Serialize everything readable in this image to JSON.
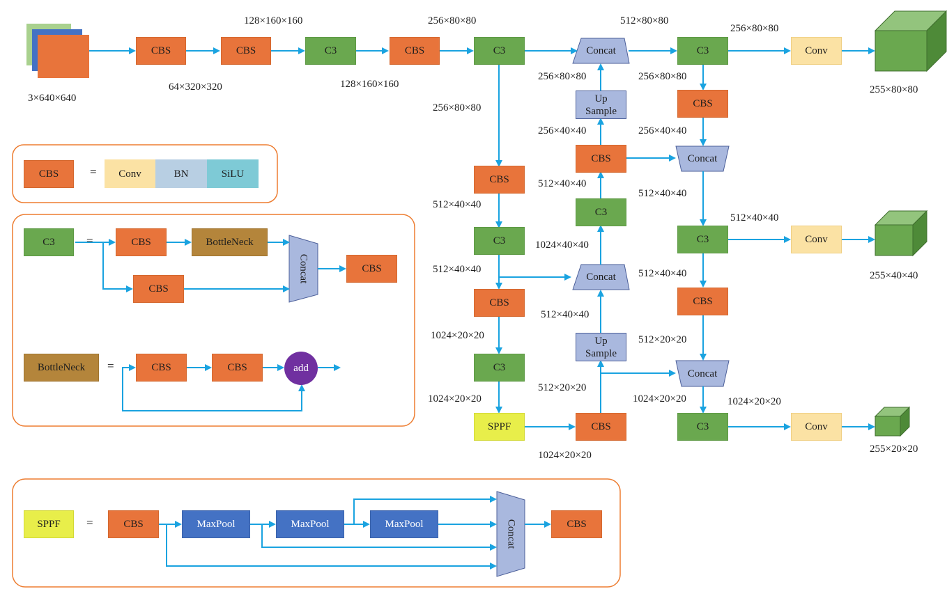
{
  "blocks": {
    "cbs": "CBS",
    "c3": "C3",
    "conv": "Conv",
    "concat": "Concat",
    "upsample_line1": "Up",
    "upsample_line2": "Sample",
    "sppf": "SPPF",
    "bn": "BN",
    "silu": "SiLU",
    "bottleneck": "BottleNeck",
    "maxpool": "MaxPool",
    "add": "add"
  },
  "equals": "=",
  "dims": {
    "input": "3×640×640",
    "d64_320": "64×320×320",
    "d128_160": "128×160×160",
    "d256_80": "256×80×80",
    "d512_80": "512×80×80",
    "d256_40": "256×40×40",
    "d512_40": "512×40×40",
    "d1024_40": "1024×40×40",
    "d1024_20": "1024×20×20",
    "d512_20": "512×20×20",
    "out_80": "255×80×80",
    "out_40": "255×40×40",
    "out_20": "255×20×20"
  },
  "colors": {
    "cbs": "#e8743b",
    "c3": "#6aa84f",
    "conv": "#fbe2a4",
    "bn": "#b8cfe3",
    "silu": "#7ecad6",
    "bottleneck": "#b4853b",
    "sppf": "#e8ee4a",
    "maxpool": "#4472c4",
    "concat": "#a9b8de",
    "add": "#7030a0",
    "arrow": "#1aa3e0",
    "legend_border": "#ed7d31"
  }
}
